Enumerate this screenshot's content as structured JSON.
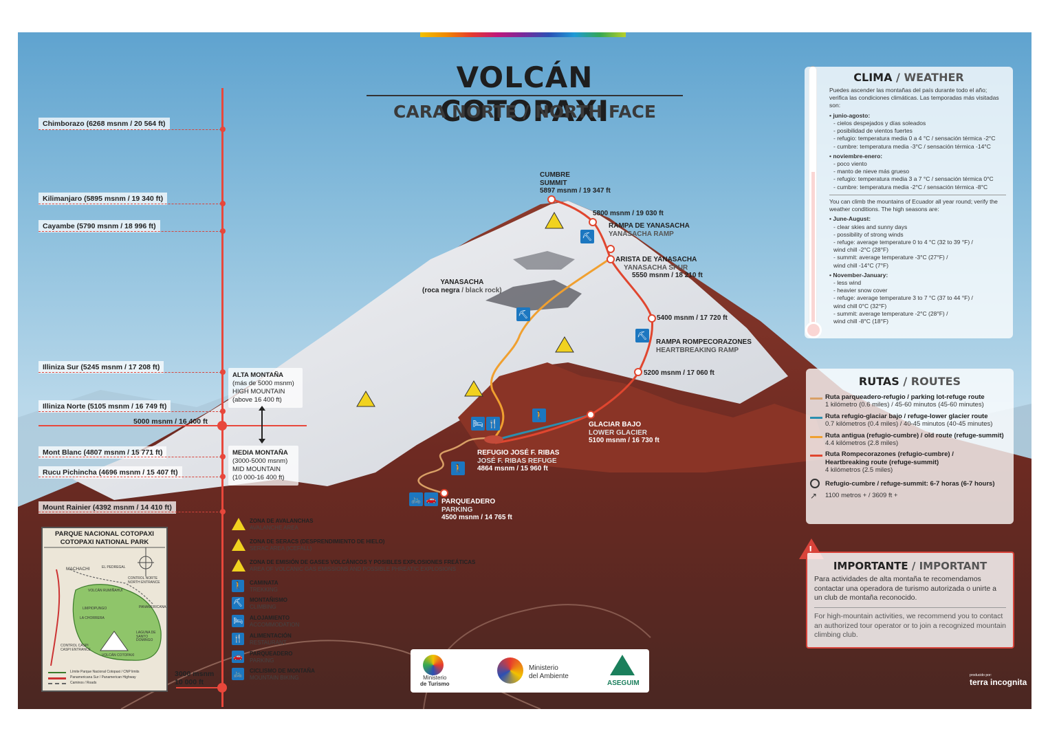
{
  "title": "VOLCÁN COTOPAXI",
  "subtitle": "CARA NORTE / NORTH FACE",
  "altitude_scale": [
    {
      "label": "Chimborazo (6268 msnm / 20 564 ft)"
    },
    {
      "label": "Kilimanjaro (5895 msnm / 19 340 ft)"
    },
    {
      "label": "Cayambe (5790 msnm / 18 996 ft)"
    },
    {
      "label": "Illiniza Sur (5245 msnm / 17 208 ft)"
    },
    {
      "label": "Illiniza Norte (5105 msnm / 16 749 ft)"
    },
    {
      "label": "Mont Blanc (4807 msnm / 15 771 ft)"
    },
    {
      "label": "Rucu Pichincha (4696 msnm / 15 407 ft)"
    },
    {
      "label": "Mount Rainier (4392 msnm / 14 410 ft)"
    }
  ],
  "zone_boundary": "5000 msnm / 16 400 ft",
  "base_altitude": {
    "line1": "3000 msnm",
    "line2": "10 000 ft"
  },
  "zones": {
    "high": {
      "title": "ALTA MONTAÑA",
      "line2": "(más de 5000 msnm)",
      "line3": "HIGH MOUNTAIN",
      "line4": "(above 16 400 ft)"
    },
    "mid": {
      "title": "MEDIA MONTAÑA",
      "line2": "(3000-5000 msnm)",
      "line3": "MID MOUNTAIN",
      "line4": "(10 000-16 400 ft)"
    }
  },
  "route_points": {
    "summit": {
      "es": "CUMBRE",
      "en": "SUMMIT",
      "alt": "5897 msnm / 19 347 ft"
    },
    "p5800": {
      "alt": "5800 msnm / 19 030 ft"
    },
    "yanasacha_ramp": {
      "es": "RAMPA DE YANASACHA",
      "en": "YANASACHA RAMP"
    },
    "yanasacha_spur": {
      "es": "ARISTA DE YANASACHA",
      "en": "YANASACHA SPUR",
      "alt": "5550 msnm / 18 210 ft"
    },
    "yanasacha": {
      "es": "YANASACHA",
      "sub_es": "(roca negra",
      "sub_en": " / black rock)"
    },
    "p5400": {
      "alt": "5400 msnm / 17 720 ft"
    },
    "heartbreak": {
      "es": "RAMPA ROMPECORAZONES",
      "en": "HEARTBREAKING RAMP"
    },
    "p5200": {
      "alt": "5200 msnm / 17 060 ft"
    },
    "glacier": {
      "es": "GLACIAR BAJO",
      "en": "LOWER GLACIER",
      "alt": "5100 msnm / 16 730 ft"
    },
    "refuge": {
      "es": "REFUGIO JOSÉ F. RIBAS",
      "en": "JOSÉ F. RIBAS REFUGE",
      "alt": "4864 msnm / 15 960 ft"
    },
    "parking": {
      "es": "PARQUEADERO",
      "en": "PARKING",
      "alt": "4500 msnm / 14 765 ft"
    }
  },
  "weather": {
    "title_es": "CLIMA",
    "title_en": " / WEATHER",
    "intro_es": "Puedes ascender las montañas del país durante todo el año; verifica las condiciones climáticas. Las temporadas más visitadas son:",
    "season1_es": "• junio-agosto:",
    "season1_items_es": [
      "- cielos despejados y días soleados",
      "- posibilidad de vientos fuertes",
      "- refugio: temperatura media 0 a 4 °C / sensación térmica -2°C",
      "- cumbre: temperatura media -3°C / sensación térmica -14°C"
    ],
    "season2_es": "• noviembre-enero:",
    "season2_items_es": [
      "- poco viento",
      "- manto de nieve más grueso",
      "- refugio: temperatura media 3 a 7 °C / sensación térmica 0°C",
      "- cumbre: temperatura media -2°C / sensación térmica -8°C"
    ],
    "intro_en": "You can climb the mountains of Ecuador all year round; verify the weather conditions. The high seasons are:",
    "season1_en": "• June-August:",
    "season1_items_en": [
      "- clear skies and sunny days",
      "- possibility of strong winds",
      "- refuge: average temperature 0 to 4 °C (32 to 39 °F) /",
      "  wind chill -2°C (28°F)",
      "- summit: average temperature -3°C (27°F) /",
      "  wind chill -14°C (7°F)"
    ],
    "season2_en": "• November-January:",
    "season2_items_en": [
      "- less wind",
      "- heavier snow cover",
      "- refuge: average temperature 3 to 7 °C (37 to 44 °F) /",
      "  wind chill 0°C (32°F)",
      "- summit: average temperature -2°C (28°F) /",
      "  wind chill -8°C (18°F)"
    ]
  },
  "routes": {
    "title_es": "RUTAS",
    "title_en": " / ROUTES",
    "items": [
      {
        "color": "#d9a066",
        "name": "Ruta parqueadero-refugio / parking lot-refuge route",
        "detail": "1 kilómetro (0.6 miles) / 45-60 minutos (45-60 minutes)"
      },
      {
        "color": "#2a8fb0",
        "name": "Ruta refugio-glaciar bajo / refuge-lower glacier route",
        "detail": "0.7 kilómetros (0.4 miles) / 40-45 minutos (40-45 minutes)"
      },
      {
        "color": "#f0a030",
        "name": "Ruta antigua (refugio-cumbre) / old route (refuge-summit)",
        "detail": "4.4 kilómetros (2.8 miles)"
      },
      {
        "color": "#e0462f",
        "name": "Ruta Rompecorazones (refugio-cumbre) /",
        "detail": "Heartbreaking route (refuge-summit)",
        "detail2": "4 kilómetros (2.5 miles)"
      }
    ],
    "time": "Refugio-cumbre / refuge-summit: 6-7 horas (6-7 hours)",
    "gain": "1100 metros + / 3609 ft +"
  },
  "important": {
    "title_es": "IMPORTANTE",
    "title_en": " / IMPORTANT",
    "text_es": "Para actividades de alta montaña te recomendamos contactar una operadora de turismo autorizada o unirte a un club de montaña reconocido.",
    "text_en": "For high-mountain activities, we recommend you to contact an authorized tour operator or to join a recognized mountain climbing club."
  },
  "legend": [
    {
      "icon": "avalanche-icon",
      "es": "ZONA DE AVALANCHAS",
      "en": "AVALANCHE AREA"
    },
    {
      "icon": "serac-icon",
      "es": "ZONA DE SERACS (DESPRENDIMIENTO DE HIELO)",
      "en": "SERAC AREA (ICEFALL)"
    },
    {
      "icon": "gas-warning-icon",
      "es": "ZONA DE EMISIÓN DE GASES VOLCÁNICOS Y POSIBLES EXPLOSIONES FREÁTICAS",
      "en": "AREA OF VOLCANIC GAS EMISSIONS AND POSSIBLE PHREATIC EXPLOSIONS"
    },
    {
      "icon": "hiker-icon",
      "es": "CAMINATA",
      "en": "TREKKING"
    },
    {
      "icon": "climber-icon",
      "es": "MONTAÑISMO",
      "en": "CLIMBING"
    },
    {
      "icon": "bed-icon",
      "es": "ALOJAMIENTO",
      "en": "ACCOMMODATION"
    },
    {
      "icon": "restaurant-icon",
      "es": "ALIMENTACIÓN",
      "en": "RESTAURANT"
    },
    {
      "icon": "car-icon",
      "es": "PARQUEADERO",
      "en": "PARKING"
    },
    {
      "icon": "bike-icon",
      "es": "CICLISMO DE MONTAÑA",
      "en": "MOUNTAIN BIKING"
    }
  ],
  "park_map": {
    "title_es": "PARQUE NACIONAL COTOPAXI",
    "title_en": "COTOPAXI NATIONAL PARK",
    "labels": [
      "MACHACHI",
      "EL PEDREGAL",
      "CONTROL NORTE",
      "NORTH ENTRANCE",
      "VOLCÁN RUMIÑAHUI",
      "LIMPIOPUNGO",
      "PANAMERICANA",
      "CONTROL CASPI",
      "CASPI ENTRANCE",
      "VOLCÁN COTOPAXI",
      "LA CHORRERA",
      "LAGUNA DE SANTO DOMINGO"
    ],
    "key": [
      "Límite Parque Nacional Cotopaxi / CNP limits",
      "Panamericana Sur / Panamerican Highway",
      "Caminos / Roads"
    ]
  },
  "logos": {
    "turismo": {
      "line1": "Ministerio",
      "line2": "de Turismo"
    },
    "ambiente": {
      "line1": "Ministerio",
      "line2": "del Ambiente"
    },
    "aseguim": "ASEGUIM"
  },
  "credit": {
    "line1": "producido por:",
    "brand": "terra incognita"
  },
  "colors": {
    "red": "#e8473b",
    "orange": "#f0a030",
    "blue": "#1c77c0",
    "panel_red": "#d8433a"
  }
}
